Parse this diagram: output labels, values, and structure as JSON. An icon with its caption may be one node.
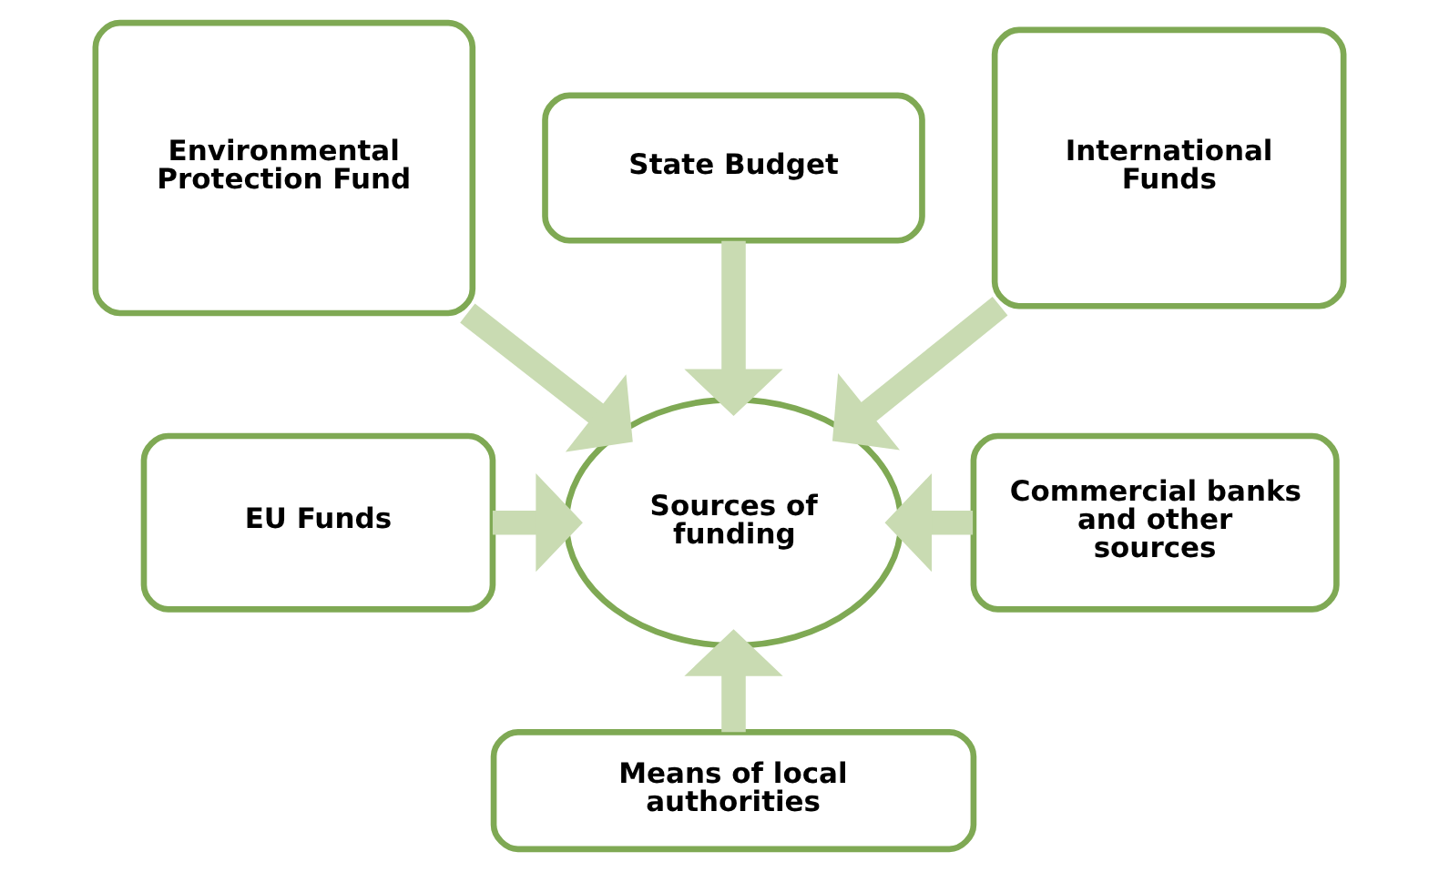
{
  "diagram": {
    "nodes": [
      {
        "text": [
          "Environmental Protection Fund"
        ]
      },
      {
        "text": [
          "State Budget"
        ]
      },
      {
        "text": [
          "International Funds"
        ]
      },
      {
        "text": [
          "Sources of funding"
        ]
      },
      {
        "text": [
          "EU Funds"
        ]
      },
      {
        "text": [
          "Commercial banks and other sources"
        ]
      },
      {
        "text": [
          "Means of local authorities"
        ]
      }
    ],
    "edges": [
      {
        "from": 0,
        "to": 3,
        "arrow": "to"
      },
      {
        "from": 1,
        "to": 3,
        "arrow": "to"
      },
      {
        "from": 2,
        "to": 3,
        "arrow": "to"
      },
      {
        "from": 4,
        "to": 3,
        "arrow": "to"
      },
      {
        "from": 5,
        "to": 3,
        "arrow": "to"
      },
      {
        "from": 6,
        "to": 3,
        "arrow": "to"
      }
    ]
  }
}
